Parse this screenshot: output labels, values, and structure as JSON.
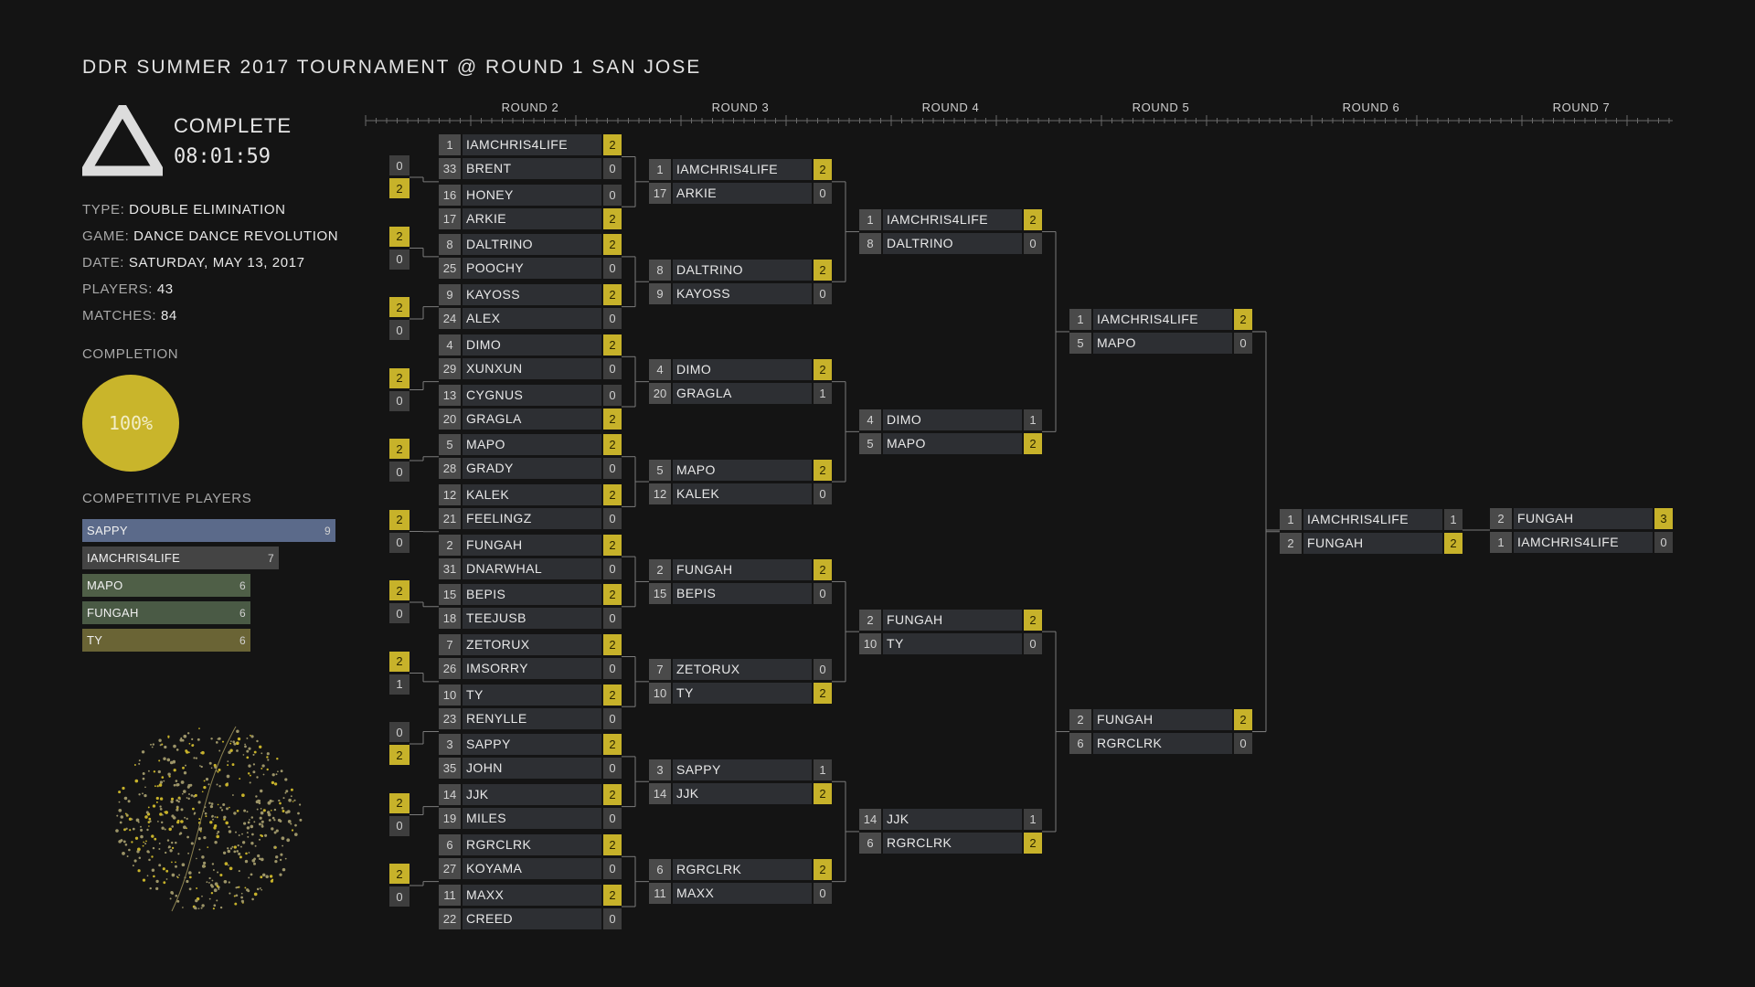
{
  "title": "DDR SUMMER 2017 TOURNAMENT @ ROUND 1 SAN JOSE",
  "status": {
    "text": "COMPLETE",
    "time": "08:01:59"
  },
  "info": [
    {
      "label": "TYPE:",
      "value": "DOUBLE ELIMINATION"
    },
    {
      "label": "GAME:",
      "value": "DANCE DANCE REVOLUTION"
    },
    {
      "label": "DATE:",
      "value": "SATURDAY, MAY 13, 2017"
    },
    {
      "label": "PLAYERS:",
      "value": "43"
    },
    {
      "label": "MATCHES:",
      "value": "84"
    }
  ],
  "completion": {
    "label": "COMPLETION",
    "value": "100%",
    "fraction": 1.0
  },
  "competitive_players": {
    "label": "COMPETITIVE PLAYERS",
    "items": [
      {
        "name": "SAPPY",
        "count": "9",
        "color": "#5b6a8a"
      },
      {
        "name": "IAMCHRIS4LIFE",
        "count": "7",
        "color": "#444444"
      },
      {
        "name": "MAPO",
        "count": "6",
        "color": "#4f5f47"
      },
      {
        "name": "FUNGAH",
        "count": "6",
        "color": "#4a5a45"
      },
      {
        "name": "TY",
        "count": "6",
        "color": "#6a6435"
      }
    ]
  },
  "colors": {
    "accent": "#c7b22a",
    "background": "#141414",
    "slot": "#2d2f33",
    "seed": "#4a4a4a"
  },
  "rounds": [
    "ROUND 2",
    "ROUND 3",
    "ROUND 4",
    "ROUND 5",
    "ROUND 6",
    "ROUND 7"
  ],
  "round1_scores": [
    [
      "0",
      "2"
    ],
    [
      "2",
      "0"
    ],
    [
      "2",
      "0"
    ],
    [
      "2",
      "0"
    ],
    [
      "2",
      "0"
    ],
    [
      "2",
      "0"
    ],
    [
      "2",
      "0"
    ],
    [
      "2",
      "1"
    ],
    [
      "0",
      "2"
    ],
    [
      "2",
      "0"
    ],
    [
      "2",
      "0"
    ]
  ],
  "bracket": {
    "round2": [
      [
        {
          "seed": "1",
          "name": "IAMCHRIS4LIFE",
          "score": "2",
          "win": true
        },
        {
          "seed": "33",
          "name": "BRENT",
          "score": "0",
          "win": false
        }
      ],
      [
        {
          "seed": "16",
          "name": "HONEY",
          "score": "0",
          "win": false
        },
        {
          "seed": "17",
          "name": "ARKIE",
          "score": "2",
          "win": true
        }
      ],
      [
        {
          "seed": "8",
          "name": "DALTRINO",
          "score": "2",
          "win": true
        },
        {
          "seed": "25",
          "name": "POOCHY",
          "score": "0",
          "win": false
        }
      ],
      [
        {
          "seed": "9",
          "name": "KAYOSS",
          "score": "2",
          "win": true
        },
        {
          "seed": "24",
          "name": "ALEX",
          "score": "0",
          "win": false
        }
      ],
      [
        {
          "seed": "4",
          "name": "DIMO",
          "score": "2",
          "win": true
        },
        {
          "seed": "29",
          "name": "XUNXUN",
          "score": "0",
          "win": false
        }
      ],
      [
        {
          "seed": "13",
          "name": "CYGNUS",
          "score": "0",
          "win": false
        },
        {
          "seed": "20",
          "name": "GRAGLA",
          "score": "2",
          "win": true
        }
      ],
      [
        {
          "seed": "5",
          "name": "MAPO",
          "score": "2",
          "win": true
        },
        {
          "seed": "28",
          "name": "GRADY",
          "score": "0",
          "win": false
        }
      ],
      [
        {
          "seed": "12",
          "name": "KALEK",
          "score": "2",
          "win": true
        },
        {
          "seed": "21",
          "name": "FEELINGZ",
          "score": "0",
          "win": false
        }
      ],
      [
        {
          "seed": "2",
          "name": "FUNGAH",
          "score": "2",
          "win": true
        },
        {
          "seed": "31",
          "name": "DNARWHAL",
          "score": "0",
          "win": false
        }
      ],
      [
        {
          "seed": "15",
          "name": "BEPIS",
          "score": "2",
          "win": true
        },
        {
          "seed": "18",
          "name": "TEEJUSB",
          "score": "0",
          "win": false
        }
      ],
      [
        {
          "seed": "7",
          "name": "ZETORUX",
          "score": "2",
          "win": true
        },
        {
          "seed": "26",
          "name": "IMSORRY",
          "score": "0",
          "win": false
        }
      ],
      [
        {
          "seed": "10",
          "name": "TY",
          "score": "2",
          "win": true
        },
        {
          "seed": "23",
          "name": "RENYLLE",
          "score": "0",
          "win": false
        }
      ],
      [
        {
          "seed": "3",
          "name": "SAPPY",
          "score": "2",
          "win": true
        },
        {
          "seed": "35",
          "name": "JOHN",
          "score": "0",
          "win": false
        }
      ],
      [
        {
          "seed": "14",
          "name": "JJK",
          "score": "2",
          "win": true
        },
        {
          "seed": "19",
          "name": "MILES",
          "score": "0",
          "win": false
        }
      ],
      [
        {
          "seed": "6",
          "name": "RGRCLRK",
          "score": "2",
          "win": true
        },
        {
          "seed": "27",
          "name": "KOYAMA",
          "score": "0",
          "win": false
        }
      ],
      [
        {
          "seed": "11",
          "name": "MAXX",
          "score": "2",
          "win": true
        },
        {
          "seed": "22",
          "name": "CREED",
          "score": "0",
          "win": false
        }
      ]
    ],
    "round3": [
      [
        {
          "seed": "1",
          "name": "IAMCHRIS4LIFE",
          "score": "2",
          "win": true
        },
        {
          "seed": "17",
          "name": "ARKIE",
          "score": "0",
          "win": false
        }
      ],
      [
        {
          "seed": "8",
          "name": "DALTRINO",
          "score": "2",
          "win": true
        },
        {
          "seed": "9",
          "name": "KAYOSS",
          "score": "0",
          "win": false
        }
      ],
      [
        {
          "seed": "4",
          "name": "DIMO",
          "score": "2",
          "win": true
        },
        {
          "seed": "20",
          "name": "GRAGLA",
          "score": "1",
          "win": false
        }
      ],
      [
        {
          "seed": "5",
          "name": "MAPO",
          "score": "2",
          "win": true
        },
        {
          "seed": "12",
          "name": "KALEK",
          "score": "0",
          "win": false
        }
      ],
      [
        {
          "seed": "2",
          "name": "FUNGAH",
          "score": "2",
          "win": true
        },
        {
          "seed": "15",
          "name": "BEPIS",
          "score": "0",
          "win": false
        }
      ],
      [
        {
          "seed": "7",
          "name": "ZETORUX",
          "score": "0",
          "win": false
        },
        {
          "seed": "10",
          "name": "TY",
          "score": "2",
          "win": true
        }
      ],
      [
        {
          "seed": "3",
          "name": "SAPPY",
          "score": "1",
          "win": false
        },
        {
          "seed": "14",
          "name": "JJK",
          "score": "2",
          "win": true
        }
      ],
      [
        {
          "seed": "6",
          "name": "RGRCLRK",
          "score": "2",
          "win": true
        },
        {
          "seed": "11",
          "name": "MAXX",
          "score": "0",
          "win": false
        }
      ]
    ],
    "round4": [
      [
        {
          "seed": "1",
          "name": "IAMCHRIS4LIFE",
          "score": "2",
          "win": true
        },
        {
          "seed": "8",
          "name": "DALTRINO",
          "score": "0",
          "win": false
        }
      ],
      [
        {
          "seed": "4",
          "name": "DIMO",
          "score": "1",
          "win": false
        },
        {
          "seed": "5",
          "name": "MAPO",
          "score": "2",
          "win": true
        }
      ],
      [
        {
          "seed": "2",
          "name": "FUNGAH",
          "score": "2",
          "win": true
        },
        {
          "seed": "10",
          "name": "TY",
          "score": "0",
          "win": false
        }
      ],
      [
        {
          "seed": "14",
          "name": "JJK",
          "score": "1",
          "win": false
        },
        {
          "seed": "6",
          "name": "RGRCLRK",
          "score": "2",
          "win": true
        }
      ]
    ],
    "round5": [
      [
        {
          "seed": "1",
          "name": "IAMCHRIS4LIFE",
          "score": "2",
          "win": true
        },
        {
          "seed": "5",
          "name": "MAPO",
          "score": "0",
          "win": false
        }
      ],
      [
        {
          "seed": "2",
          "name": "FUNGAH",
          "score": "2",
          "win": true
        },
        {
          "seed": "6",
          "name": "RGRCLRK",
          "score": "0",
          "win": false
        }
      ]
    ],
    "round6": [
      [
        {
          "seed": "1",
          "name": "IAMCHRIS4LIFE",
          "score": "1",
          "win": false
        },
        {
          "seed": "2",
          "name": "FUNGAH",
          "score": "2",
          "win": true
        }
      ]
    ],
    "round7": [
      [
        {
          "seed": "2",
          "name": "FUNGAH",
          "score": "3",
          "win": true
        },
        {
          "seed": "1",
          "name": "IAMCHRIS4LIFE",
          "score": "0",
          "win": false
        }
      ]
    ]
  }
}
